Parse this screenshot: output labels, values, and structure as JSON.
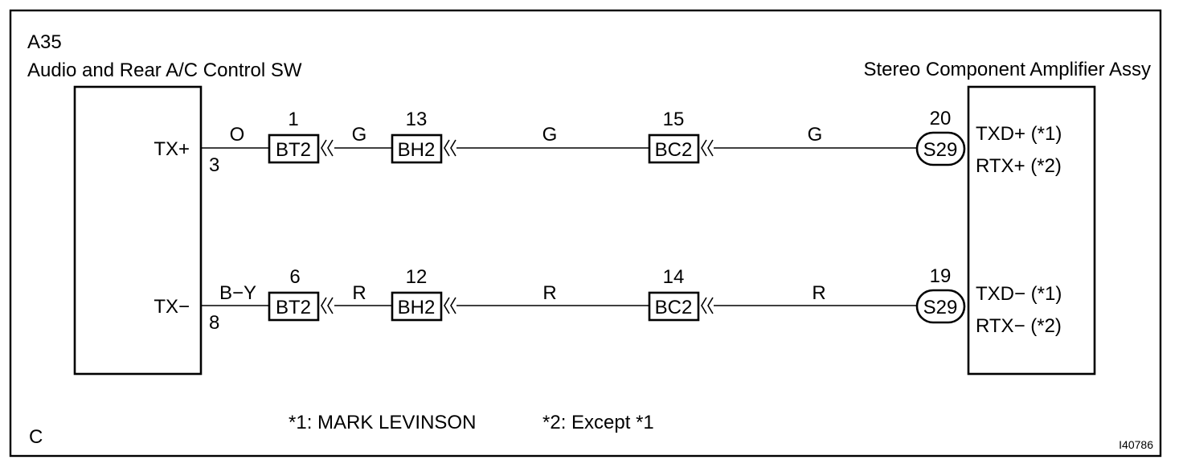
{
  "frame_id": "C",
  "figure_id": "I40786",
  "left_component": {
    "code": "A35",
    "name": "Audio and Rear A/C Control SW"
  },
  "right_component": {
    "name": "Stereo Component Amplifier Assy"
  },
  "circuits": [
    {
      "left_terminal": "TX+",
      "left_pin": "3",
      "wire_colors": [
        "O",
        "G",
        "G",
        "G"
      ],
      "connectors": [
        {
          "name": "BT2",
          "pin": "1"
        },
        {
          "name": "BH2",
          "pin": "13"
        },
        {
          "name": "BC2",
          "pin": "15"
        }
      ],
      "right_connector": {
        "name": "S29",
        "pin": "20"
      },
      "right_terminals": [
        "TXD+ (*1)",
        "RTX+ (*2)"
      ]
    },
    {
      "left_terminal": "TX−",
      "left_pin": "8",
      "wire_colors": [
        "B−Y",
        "R",
        "R",
        "R"
      ],
      "connectors": [
        {
          "name": "BT2",
          "pin": "6"
        },
        {
          "name": "BH2",
          "pin": "12"
        },
        {
          "name": "BC2",
          "pin": "14"
        }
      ],
      "right_connector": {
        "name": "S29",
        "pin": "19"
      },
      "right_terminals": [
        "TXD− (*1)",
        "RTX− (*2)"
      ]
    }
  ],
  "footnotes": [
    "*1: MARK LEVINSON",
    "*2: Except *1"
  ]
}
